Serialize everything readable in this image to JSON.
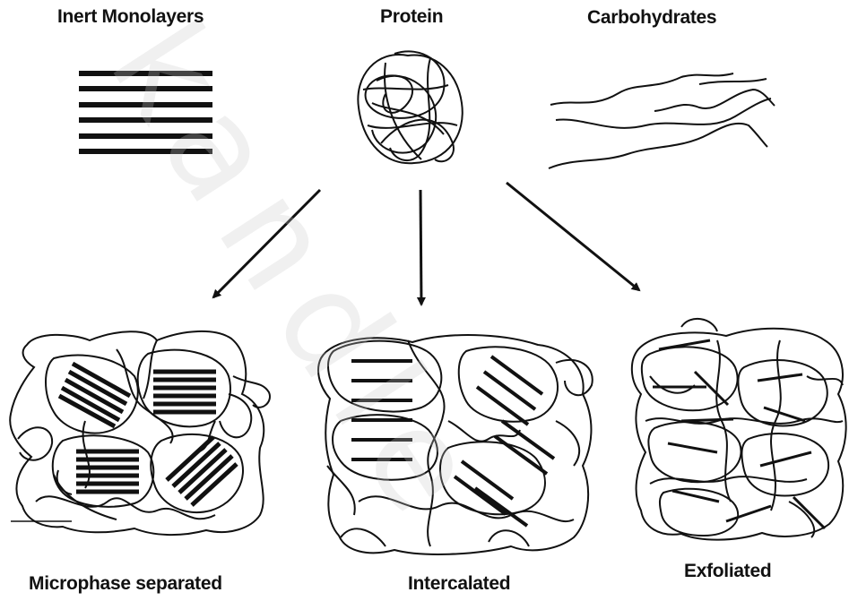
{
  "labels": {
    "inert": "Inert Monolayers",
    "protein": "Protein",
    "carbs": "Carbohydrates",
    "microphase": "Microphase separated",
    "intercalated": "Intercalated",
    "exfoliated": "Exfoliated"
  },
  "watermark": "kandle",
  "colors": {
    "ink": "#111111",
    "background": "#ffffff"
  }
}
